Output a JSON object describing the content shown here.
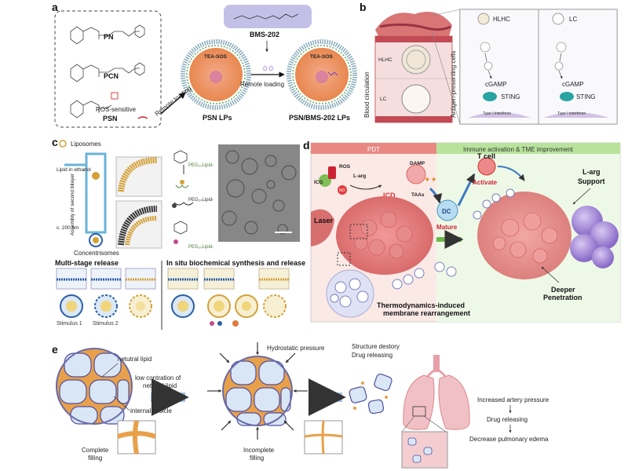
{
  "panel_a": {
    "label": "a",
    "molecules": [
      "PN",
      "PCN",
      "PSN"
    ],
    "ros_label": "ROS-sensitive",
    "bms_label": "BMS-202",
    "core_label_1": "TEA-SOS",
    "core_label_2": "TEA-SOS",
    "arrow_1": "Remote loading",
    "arrow_2": "Remote loading",
    "lp_1": "PSN LPs",
    "lp_2": "PSN/BMS-202 LPs"
  },
  "panel_b": {
    "label": "b",
    "blood": "Blood circulation",
    "hlhc_inset": "HLHC",
    "lc_inset": "LC",
    "apc": "Antigen-presenting cells",
    "col1": "HLHC",
    "col2": "LC",
    "cgamp_1": "cGAMP",
    "cgamp_2": "cGAMP",
    "sting_1": "STING",
    "sting_2": "STING",
    "ifn_1": "Type I interferon",
    "ifn_2": "Type I interferon"
  },
  "panel_c": {
    "label": "c",
    "liposomes": "Liposomes",
    "lipid": "Lipid in ethanol",
    "assembly": "Assembly of second bilayer",
    "size": "c. 200 nm",
    "concentrisomes": "Concentrisomes",
    "peg_1": "PEG₂₀Lipid-",
    "peg_2": "PEG₂₀Lipid-",
    "peg_3": "PEG₂₀Lipid-",
    "multi": "Multi-stage release",
    "insitu": "In situ biochemical synthesis and release",
    "stim1": "Stimulus 1",
    "stim2": "Stimulus 2"
  },
  "panel_d": {
    "label": "d",
    "pdt": "PDT",
    "immune": "Immune activation & TME improvement",
    "ros": "ROS",
    "icg": "ICG",
    "larg": "L-arg",
    "no": "NO",
    "damp": "DAMP",
    "icd": "ICD",
    "taas": "TAAs",
    "tcell": "T cell",
    "activate": "Activate",
    "dc": "DC",
    "mature": "Mature",
    "laser": "Laser",
    "support_1": "L-arg",
    "support_2": "Support",
    "thermo_1": "Thermodynamics-induced",
    "thermo_2": "membrane rearrangement",
    "deeper_1": "Deeper",
    "deeper_2": "Penetration"
  },
  "panel_e": {
    "label": "e",
    "netutral": "netutral lipid",
    "low_1": "low contration of",
    "low_2": "netutral lipid",
    "internal": "internal vesicle",
    "complete_1": "Complete",
    "complete_2": "filling",
    "hydrostatic": "Hydrostatic pressure",
    "incomplete_1": "Incomplete",
    "incomplete_2": "filling",
    "structure": "Structure destory",
    "drug": "Drug releasing",
    "increased": "Increased artery pressure",
    "drug2": "Drug releasing",
    "decrease": "Decrease pulmonary edema"
  },
  "colors": {
    "lipid_orange": "#e8a04a",
    "vesicle_blue": "#d9e6f5",
    "pdt_red": "#e05a55",
    "immune_green": "#8fcf6a",
    "lung_pink": "#e7a0a8",
    "bms_purple": "#c3c0e8"
  }
}
